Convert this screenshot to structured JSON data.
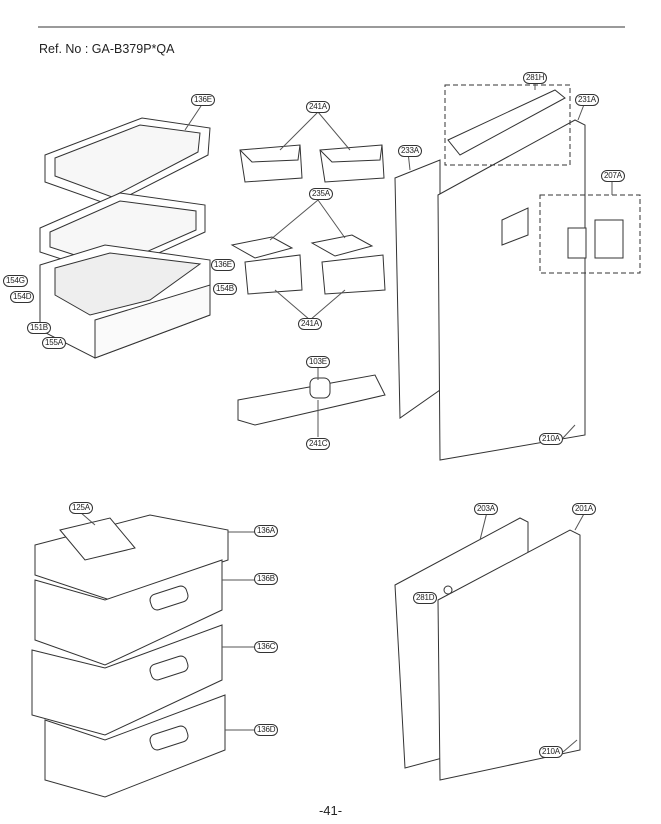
{
  "header": {
    "ref_text": "Ref. No : GA-B379P*QA"
  },
  "footer": {
    "page_number": "-41-"
  },
  "labels": {
    "l136E_a": "136E",
    "l241A_a": "241A",
    "l281H": "281H",
    "l231A": "231A",
    "l233A": "233A",
    "l207A": "207A",
    "l235A": "235A",
    "l136E_b": "136E",
    "l154G": "154G",
    "l154D": "154D",
    "l154B": "154B",
    "l151B": "151B",
    "l155A": "155A",
    "l241A_b": "241A",
    "l103E": "103E",
    "l241C": "241C",
    "l210A_a": "210A",
    "l125A": "125A",
    "l136A": "136A",
    "l136B": "136B",
    "l136C": "136C",
    "l136D": "136D",
    "l203A": "203A",
    "l201A": "201A",
    "l281D": "281D",
    "l210A_b": "210A"
  }
}
